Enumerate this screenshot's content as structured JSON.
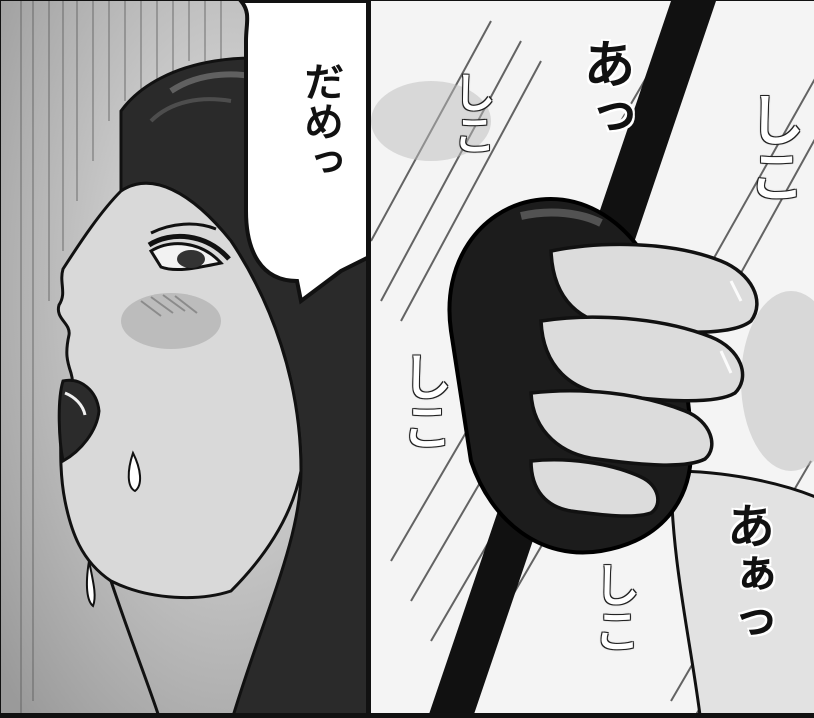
{
  "speech_bubble": {
    "text": "だめっ"
  },
  "sfx": {
    "a_top": "あっ",
    "shiko_right": "しこ",
    "shiko_top": "しこ",
    "shiko_middle": "しこ",
    "shiko_bottom": "しこ",
    "aa_bottom": "あぁっ"
  }
}
